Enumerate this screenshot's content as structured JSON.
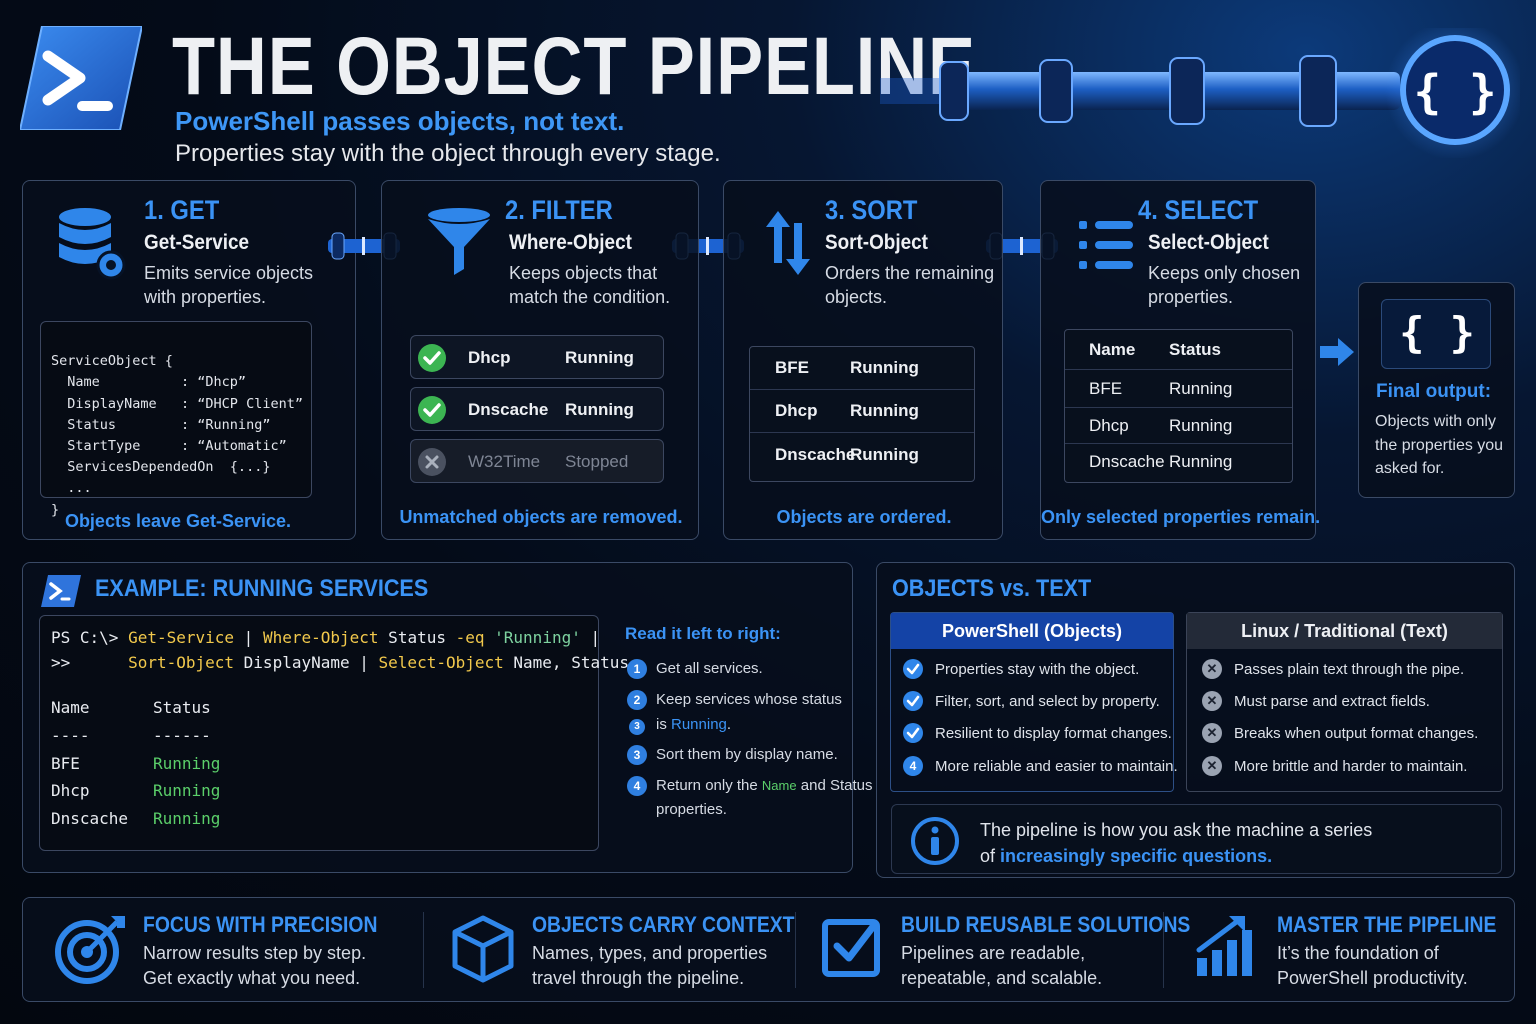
{
  "header": {
    "title": "THE OBJECT PIPELINE",
    "subtitle": "PowerShell passes objects, not text.",
    "tagline": "Properties stay with the object through every stage.",
    "logo_icon": "powershell-prompt-icon",
    "pipe_icon": "curly-braces-icon"
  },
  "stages": [
    {
      "number": "1. GET",
      "command": "Get-Service",
      "description": "Emits service objects with properties.",
      "icon": "database-gear-icon",
      "code": [
        "ServiceObject {",
        "  Name          : “Dhcp”",
        "  DisplayName   : “DHCP Client”",
        "  Status        : “Running”",
        "  StartType     : “Automatic”",
        "  ServicesDependedOn  {...}",
        "  ...",
        "}"
      ],
      "footer": "Objects leave Get-Service."
    },
    {
      "number": "2. FILTER",
      "command": "Where-Object",
      "description": "Keeps objects that match the condition.",
      "icon": "funnel-icon",
      "rows": [
        {
          "name": "Dhcp",
          "status": "Running",
          "kept": true
        },
        {
          "name": "Dnscache",
          "status": "Running",
          "kept": true
        },
        {
          "name": "W32Time",
          "status": "Stopped",
          "kept": false
        }
      ],
      "footer": "Unmatched objects are removed."
    },
    {
      "number": "3. SORT",
      "command": "Sort-Object",
      "description": "Orders the remaining objects.",
      "icon": "sort-arrows-icon",
      "rows": [
        {
          "name": "BFE",
          "status": "Running"
        },
        {
          "name": "Dhcp",
          "status": "Running"
        },
        {
          "name": "Dnscache",
          "status": "Running"
        }
      ],
      "footer": "Objects are ordered."
    },
    {
      "number": "4. SELECT",
      "command": "Select-Object",
      "description": "Keeps only chosen properties.",
      "icon": "list-icon",
      "headers": [
        "Name",
        "Status"
      ],
      "rows": [
        {
          "name": "BFE",
          "status": "Running"
        },
        {
          "name": "Dhcp",
          "status": "Running"
        },
        {
          "name": "Dnscache",
          "status": "Running"
        }
      ],
      "footer": "Only selected properties remain."
    }
  ],
  "final_output": {
    "icon": "curly-braces-icon",
    "title": "Final output:",
    "text": "Objects with only the properties you asked for."
  },
  "example": {
    "title": "EXAMPLE: RUNNING SERVICES",
    "prompt": "PS C:\\>",
    "cont": ">>",
    "line1": {
      "cmd1": "Get-Service",
      "pipe1": " | ",
      "cmd2": "Where-Object",
      "prop": " Status ",
      "op": "-eq",
      "str": " 'Running'",
      "pipe2": " |"
    },
    "line2": {
      "cmd3": "Sort-Object",
      "arg3": " DisplayName | ",
      "cmd4": "Select-Object",
      "arg4": " Name, Status"
    },
    "out_headers": [
      "Name",
      "Status"
    ],
    "out_rules": [
      "----",
      "------"
    ],
    "out_rows": [
      {
        "name": "BFE",
        "status": "Running"
      },
      {
        "name": "Dhcp",
        "status": "Running"
      },
      {
        "name": "Dnscache",
        "status": "Running"
      }
    ],
    "read_title": "Read it left to right:",
    "steps": [
      {
        "n": "1",
        "text": "Get all services."
      },
      {
        "n": "2",
        "text": "Keep services whose status",
        "text2a": "is ",
        "text2b": "Running",
        "text2c": ".",
        "n2": "3"
      },
      {
        "n": "3",
        "text": "Sort them by display name."
      },
      {
        "n": "4",
        "text": "Return only the ",
        "name": "Name",
        "text_b": " and Status",
        "text_c": "properties."
      }
    ]
  },
  "comparison": {
    "title": "OBJECTS vs. TEXT",
    "left_head": "PowerShell (Objects)",
    "right_head": "Linux / Traditional (Text)",
    "left_items": [
      "Properties stay with the object.",
      "Filter, sort, and select by property.",
      "Resilient to display format changes.",
      "More reliable and easier to maintain."
    ],
    "left_last_num": "4",
    "right_items": [
      "Passes plain text through the pipe.",
      "Must parse and extract fields.",
      "Breaks when output format changes.",
      "More brittle and harder to maintain."
    ],
    "note_a": "The pipeline is how you ask the machine a series",
    "note_b": "of ",
    "note_hl": "increasingly specific questions."
  },
  "benefits": [
    {
      "title": "FOCUS WITH PRECISION",
      "line1": "Narrow results step by step.",
      "line2": "Get exactly what you need.",
      "icon": "target-icon"
    },
    {
      "title": "OBJECTS CARRY CONTEXT",
      "line1": "Names, types, and properties",
      "line2": "travel through the pipeline.",
      "icon": "cube-icon"
    },
    {
      "title": "BUILD REUSABLE SOLUTIONS",
      "line1": "Pipelines are readable,",
      "line2": "repeatable, and scalable.",
      "icon": "checkbox-icon"
    },
    {
      "title": "MASTER THE PIPELINE",
      "line1": "It’s the foundation of",
      "line2": "PowerShell productivity.",
      "icon": "growth-chart-icon"
    }
  ],
  "colors": {
    "accent": "#3b93f5",
    "running": "#5bcf6a",
    "keyword": "#f2c94c",
    "background": "#040b18"
  }
}
